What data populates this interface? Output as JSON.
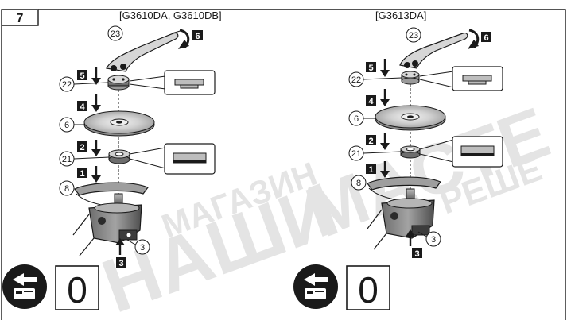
{
  "figure": {
    "number": "7",
    "panels": [
      {
        "model_label": "[G3610DA, G3610DB]",
        "callouts": {
          "spanner": "23",
          "flange_nut": "22",
          "wheel": "6",
          "wheel_washer": "21",
          "guard": "8",
          "lock_button": "3"
        },
        "steps": [
          "1",
          "2",
          "3",
          "4",
          "5",
          "6"
        ],
        "bottom_symbol": "0"
      },
      {
        "model_label": "[G3613DA]",
        "callouts": {
          "spanner": "23",
          "flange_nut": "22",
          "wheel": "6",
          "wheel_washer": "21",
          "guard": "8",
          "lock_button": "3"
        },
        "steps": [
          "1",
          "2",
          "3",
          "4",
          "5",
          "6"
        ],
        "bottom_symbol": "0"
      }
    ]
  },
  "colors": {
    "ink": "#1a1a1a",
    "step_box": "#1a1a1a",
    "step_text": "#ffffff",
    "wheel_fill": "#c9c9c9",
    "metal": "#8a8a8a",
    "watermark": "#e6e6e6"
  },
  "icons": [
    "battery-remove-icon"
  ],
  "watermark": "МАГАЗИН НАШИ МАСТЕРА ГОТОВЫЕ РЕШЕНИЯ"
}
